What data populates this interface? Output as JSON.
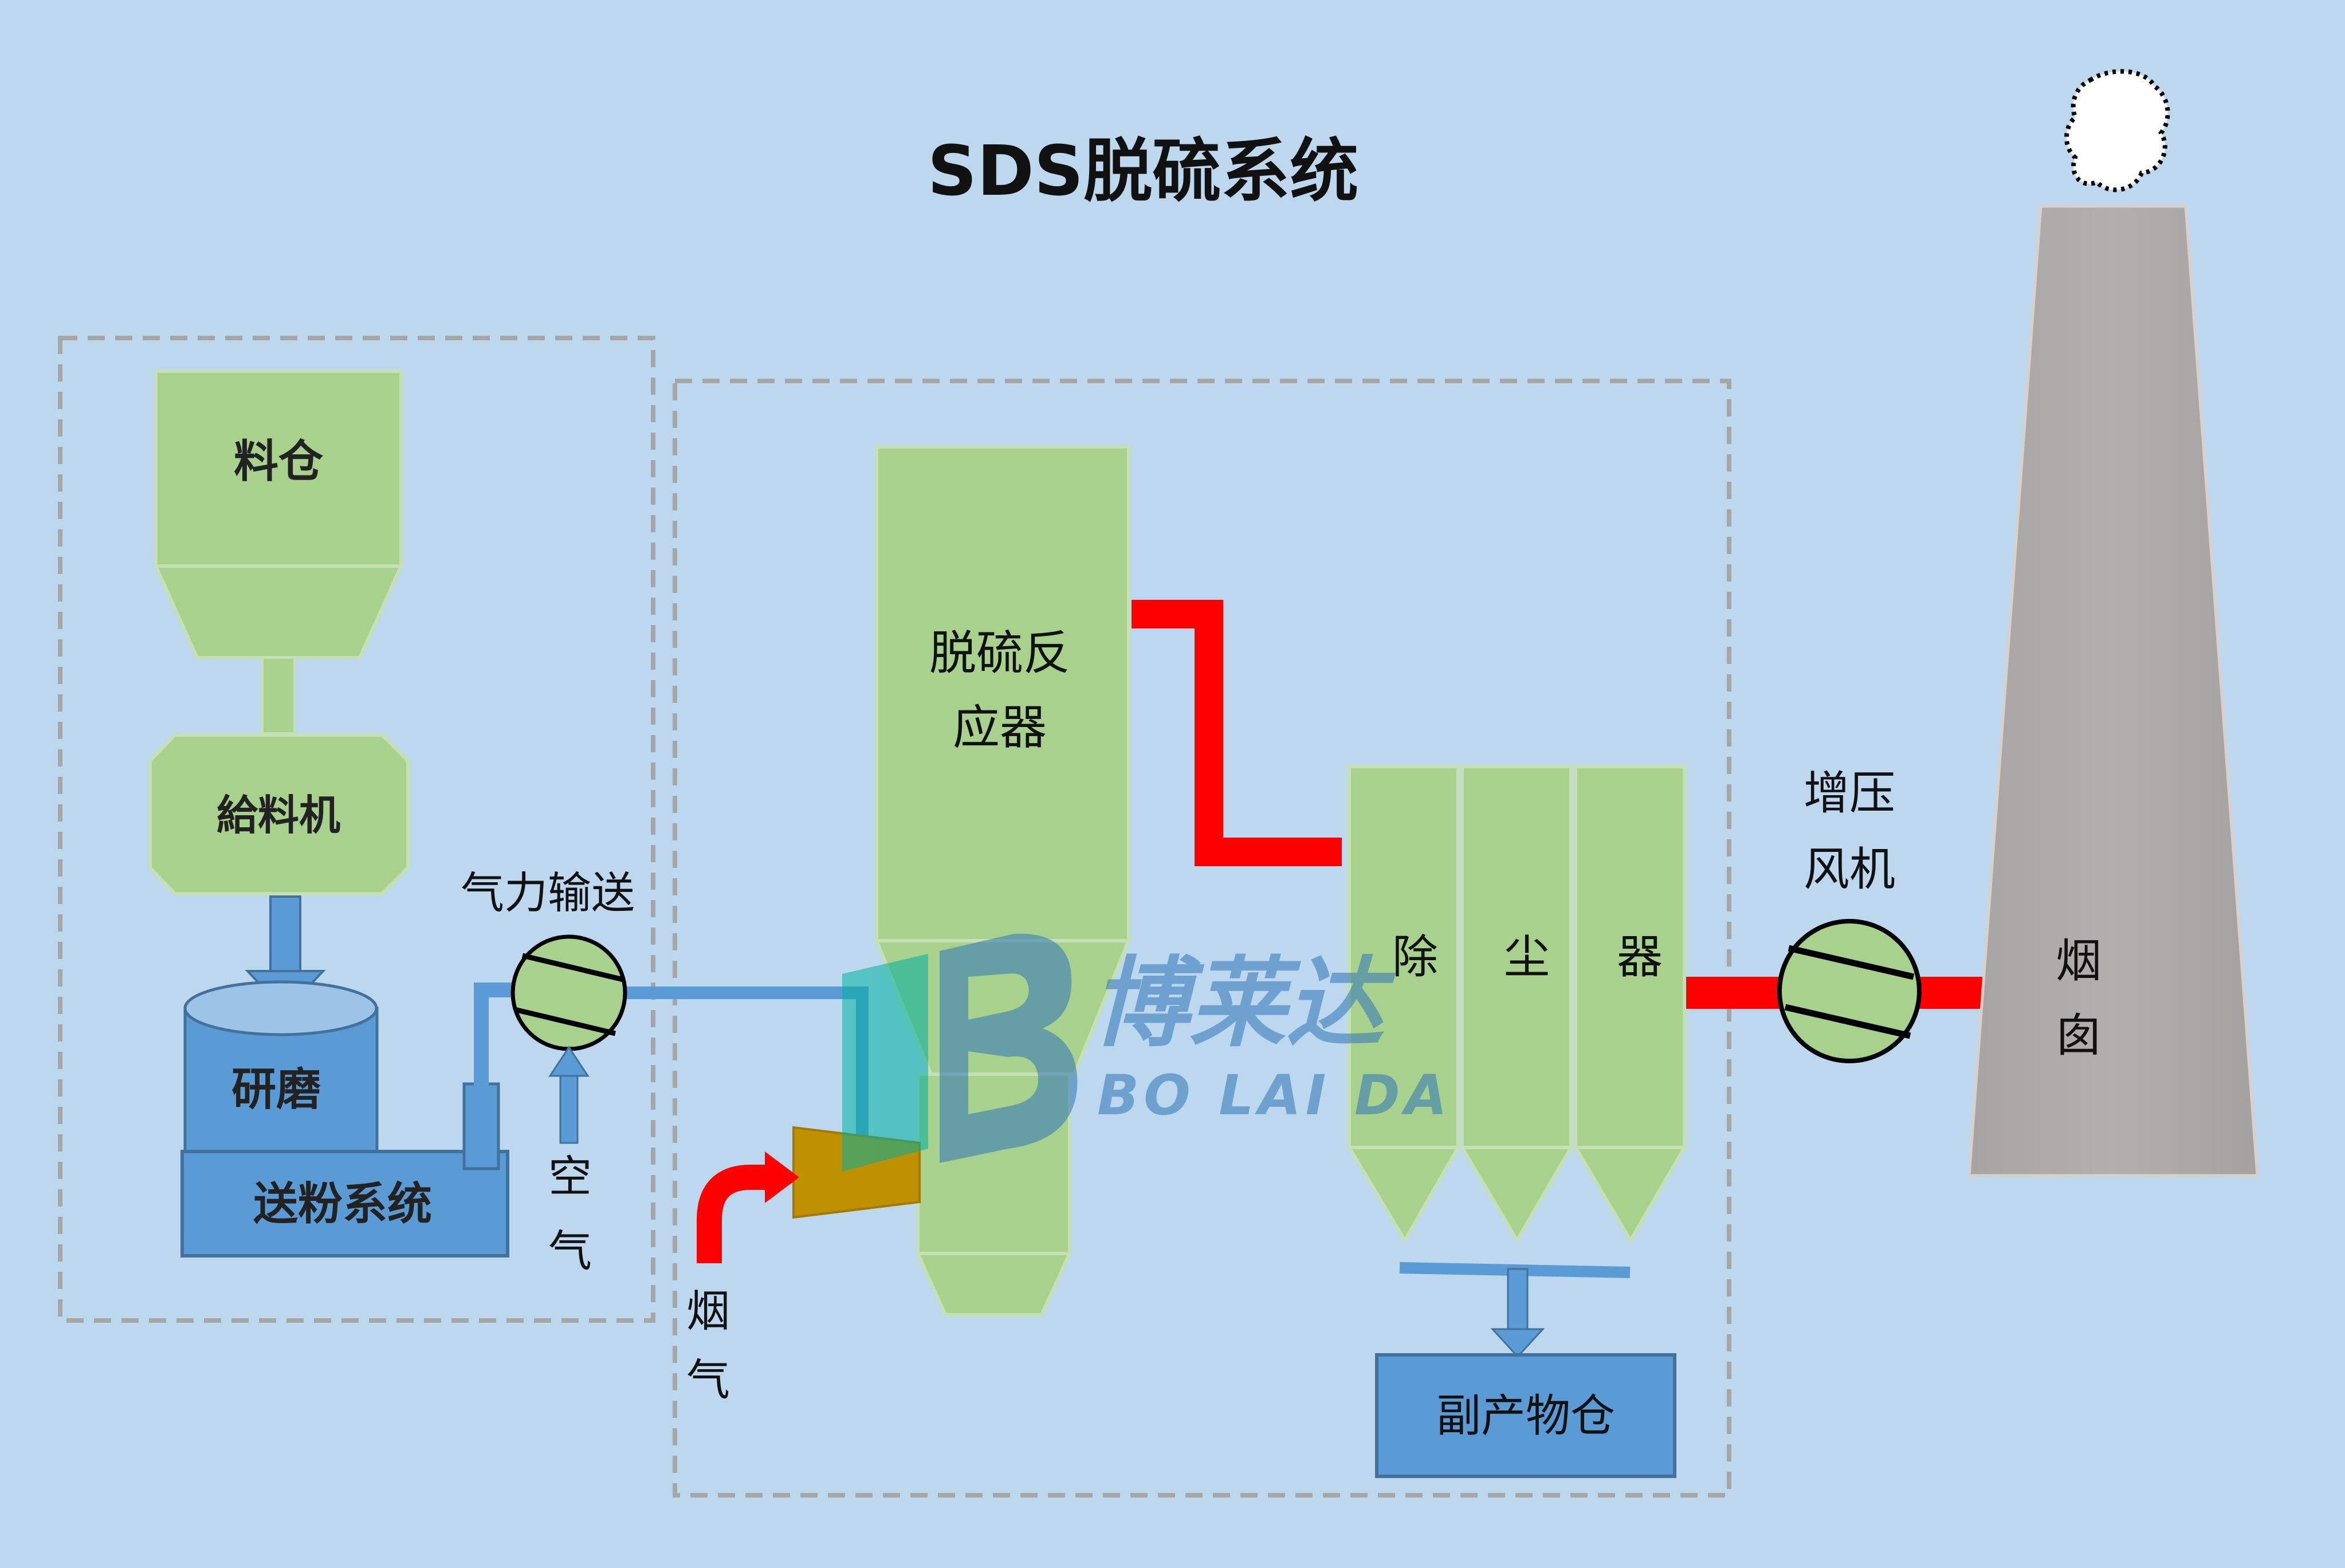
{
  "title": "SDS脱硫系统",
  "labels": {
    "silo": "料仓",
    "feeder": "給料机",
    "grinder": "研磨",
    "powder_system": "送粉系统",
    "pneumatic": "气力输送",
    "air": [
      "空",
      "气"
    ],
    "flue_gas": [
      "烟",
      "气"
    ],
    "reactor": [
      "脱硫反",
      "应器"
    ],
    "dust_collector": [
      "除",
      "尘",
      "器"
    ],
    "booster_fan": [
      "增压",
      "风机"
    ],
    "chimney": [
      "烟",
      "囱"
    ],
    "byproduct_bin": "副产物仓"
  },
  "watermark": {
    "brand_cn": "博莱达",
    "brand_en": "BO LAI DA"
  },
  "colors": {
    "background": "#bdd7ee",
    "equipment_green": "#a9d18e",
    "equipment_blue": "#5b9bd5",
    "flue_red": "#ff0000",
    "injector_gold": "#bf9000",
    "chimney_gray": "#aeaaaa",
    "dashed_border": "#a6a6a6",
    "watermark_teal": "#00b0a0",
    "watermark_blue": "#2e75b6"
  }
}
